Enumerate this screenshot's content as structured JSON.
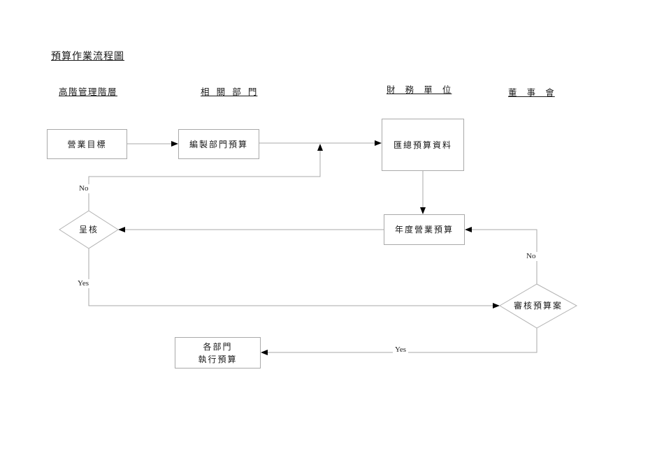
{
  "title": "預算作業流程圖",
  "columns": {
    "c1": "高階管理階層",
    "c2": "相 關 部 門",
    "c3": "財 務 單 位",
    "c4": "董 事 會"
  },
  "nodes": {
    "business_goal": "營業目標",
    "prepare_dept_budget": "編製部門預算",
    "consolidate_budget_data": "匯總預算資料",
    "annual_operating_budget": "年度營業預算",
    "submit_approval": "呈核",
    "review_budget": "審核預算案",
    "execute_budget_line1": "各部門",
    "execute_budget_line2": "執行預算"
  },
  "edge_labels": {
    "submit_no": "No",
    "submit_yes": "Yes",
    "review_no": "No",
    "review_yes": "Yes"
  },
  "colors": {
    "line": "#a8a8a8",
    "arrowhead": "#000000",
    "shape_border": "#a9a9a9",
    "text": "#1a1a1a",
    "background": "#ffffff"
  }
}
